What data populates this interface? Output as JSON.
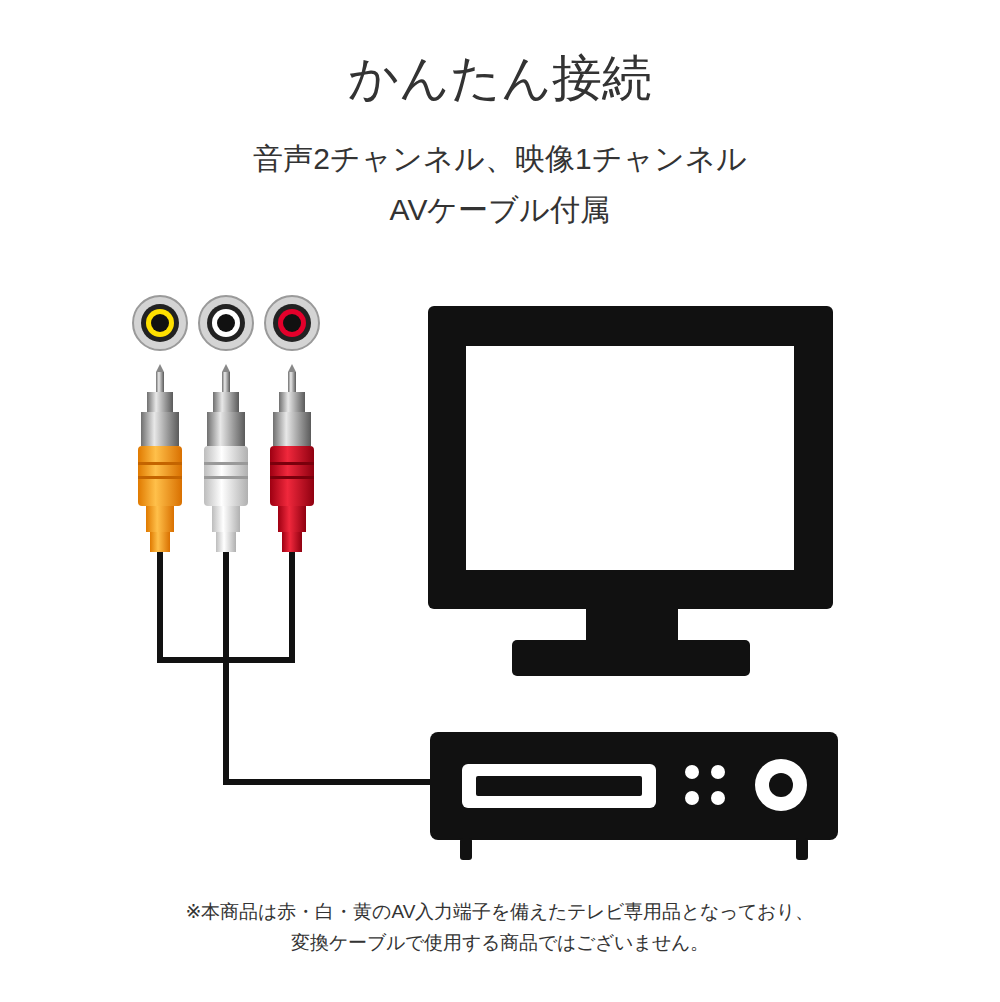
{
  "diagram": {
    "title": "かんたん接続",
    "labels": [
      "音声2チャンネル、映像1チャンネル",
      "AVケーブル付属",
      "※本商品は赤・白・黄のAV入力端子を備えたテレビ専用品となっており、",
      "変換ケーブルで使用する商品ではございません。"
    ]
  }
}
